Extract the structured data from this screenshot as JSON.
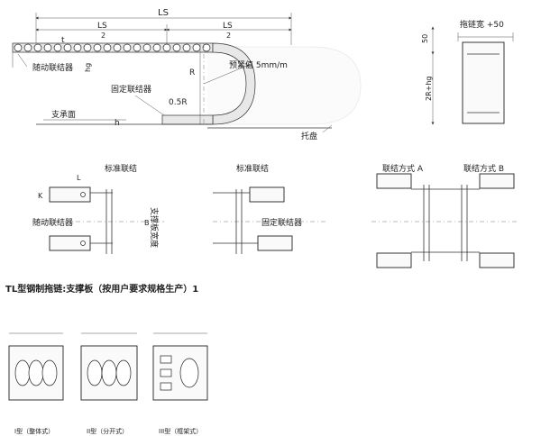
{
  "main_diagram": {
    "dim_LS": "LS",
    "dim_LS_half_left": "LS",
    "dim_LS_half_left_den": "2",
    "dim_LS_half_right": "LS",
    "dim_LS_half_right_den": "2",
    "label_t": "t",
    "label_hg": "hg",
    "label_R": "R",
    "label_h": "h",
    "label_follow_bracket": "随动联结器",
    "label_fixed_bracket": "固定联结器",
    "label_half_R": "0.5R",
    "label_pretension": "预紧值 5mm/m",
    "label_support_surface": "支承面",
    "label_tray": "托盘"
  },
  "side_view": {
    "label_chain_width": "拖链宽 +50",
    "label_50": "50",
    "label_2R_hg": "2R+hg"
  },
  "connection_views": {
    "label_standard_1": "标准联结",
    "label_standard_2": "标准联结",
    "label_method_a": "联结方式 A",
    "label_method_b": "联结方式 B",
    "label_follow_bracket": "随动联结器",
    "label_fixed_bracket": "固定联结器",
    "label_support_width": "支撑板宽度",
    "label_L": "L",
    "label_K": "K",
    "label_B": "B"
  },
  "section_title": "TL型钢制拖链:支撑板（按用户要求规格生产）1",
  "support_plates": {
    "caption_1": "I型（整体式）",
    "caption_2": "II型（分开式）",
    "caption_3": "III型（框架式）"
  }
}
